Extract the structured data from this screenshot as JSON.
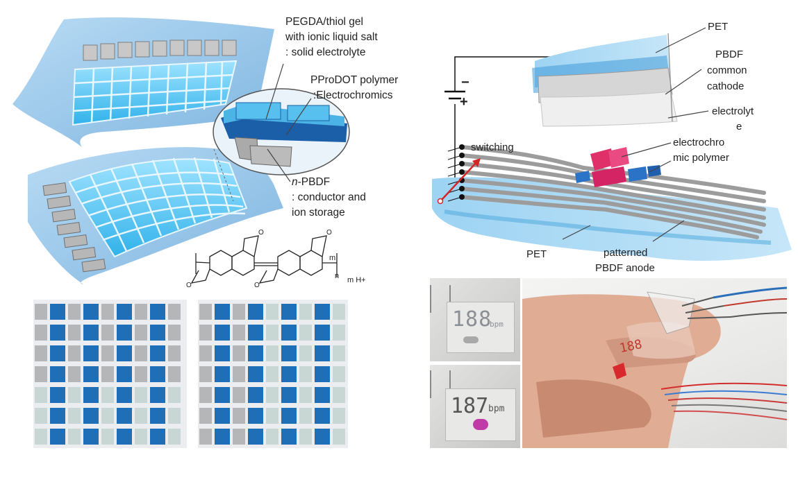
{
  "left_diagram": {
    "label_electrolyte": [
      "PEGDA/thiol gel",
      "with  ionic liquid salt",
      ": solid electrolyte"
    ],
    "label_electrochromic": [
      "PProDOT polymer",
      ":Electrochromics"
    ],
    "label_conductor_prefix": "n",
    "label_conductor": [
      "-PBDF",
      ": conductor and",
      "ion storage"
    ],
    "chem_label_m": "m",
    "chem_label_n": "n",
    "chem_label_mH": "m H+"
  },
  "right_diagram": {
    "label_pet_top": "PET",
    "label_cathode": [
      "PBDF",
      "common",
      "cathode"
    ],
    "label_electrolyte": [
      "electrolyt",
      "e"
    ],
    "label_polymer": [
      "electrochro",
      "mic polymer"
    ],
    "label_switching": "switching",
    "label_pet_bottom": "PET",
    "label_anode": [
      "patterned",
      "PBDF anode"
    ],
    "minus": "−",
    "plus": "+"
  },
  "photos": {
    "display_top": "188",
    "display_top_unit": "bpm",
    "display_bottom": "187",
    "display_bottom_unit": "bpm",
    "finger_display": "188"
  },
  "colors": {
    "sheet_blue": "#8cc0e6",
    "cell_cyan": "#4fc3f0",
    "cell_blue": "#1e6fb8",
    "electrode_gray": "#b7b7b7",
    "polymer_magenta": "#e0306a"
  }
}
